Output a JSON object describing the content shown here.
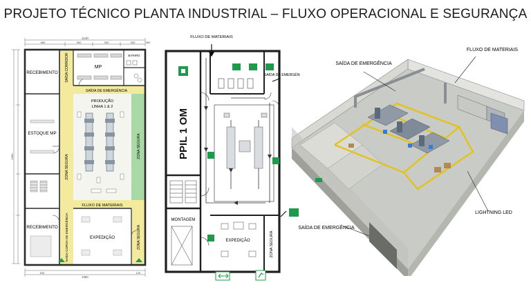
{
  "title": "PROJETO TÉCNICO PLANTA INDUSTRIAL – FLUXO OPERACIONAL E SEGURANÇA",
  "plan_a": {
    "dims_top": [
      "1140",
      "560",
      "300",
      "300",
      "300",
      "350"
    ],
    "dims_bottom": [
      "1060",
      "530",
      "120"
    ],
    "dim_left": "1060",
    "rooms": {
      "recebimento_top": "RECEBIMENTO",
      "mp": "MP",
      "bathroom": "BATHRO",
      "saida_corridor": "SAÍDA CORRIDOR",
      "saida_emergencia": "SAÍDA DE EMERGÊNCIA",
      "producao_line1": "PRODUÇÃO",
      "producao_line2": "LINHA 1 & 2",
      "estoque_mp": "ESTOQUE MP",
      "zona_segura_left": "ZONA SEGURA",
      "zona_segura_right": "ZONA SEGURA",
      "fluxo_materiais": "FLUXO DE MATERIAIS",
      "recebimento_bottom": "RECEBIMENTO",
      "saida_coroa": "SAÍDA COROA DE EMERGÊNCIA",
      "expedicao": "EXPEDIÇÃO",
      "zona_segura_bottom": "ZONA SEGURA"
    }
  },
  "plan_b": {
    "fluxo_materiais": "FLUXO DE MATERIAIS",
    "saida_emergencia": "SAÍDA DE EMERGÊNCIA",
    "room_vertical": "PPIL 1 OM",
    "montagem": "MONTAGEM",
    "expedicao": "EXPEDIÇÃO",
    "zona_segura": "ZONA SEGURA"
  },
  "iso": {
    "saida_emergencia_top": "SAÍDA DE EMERGÊNCIA",
    "fluxo_materiais": "FLUXO DE MATERIAIS",
    "lightning": "LIGHTNING LED",
    "saida_emergencia_bottom": "SAÍDA DE EMERGÊNCIA"
  },
  "colors": {
    "safe_zone_yellow": "#f3ea9e",
    "safe_zone_green": "#a9d9a4",
    "emergency_green": "#1f9a4a",
    "wall": "#2a2a2a"
  }
}
